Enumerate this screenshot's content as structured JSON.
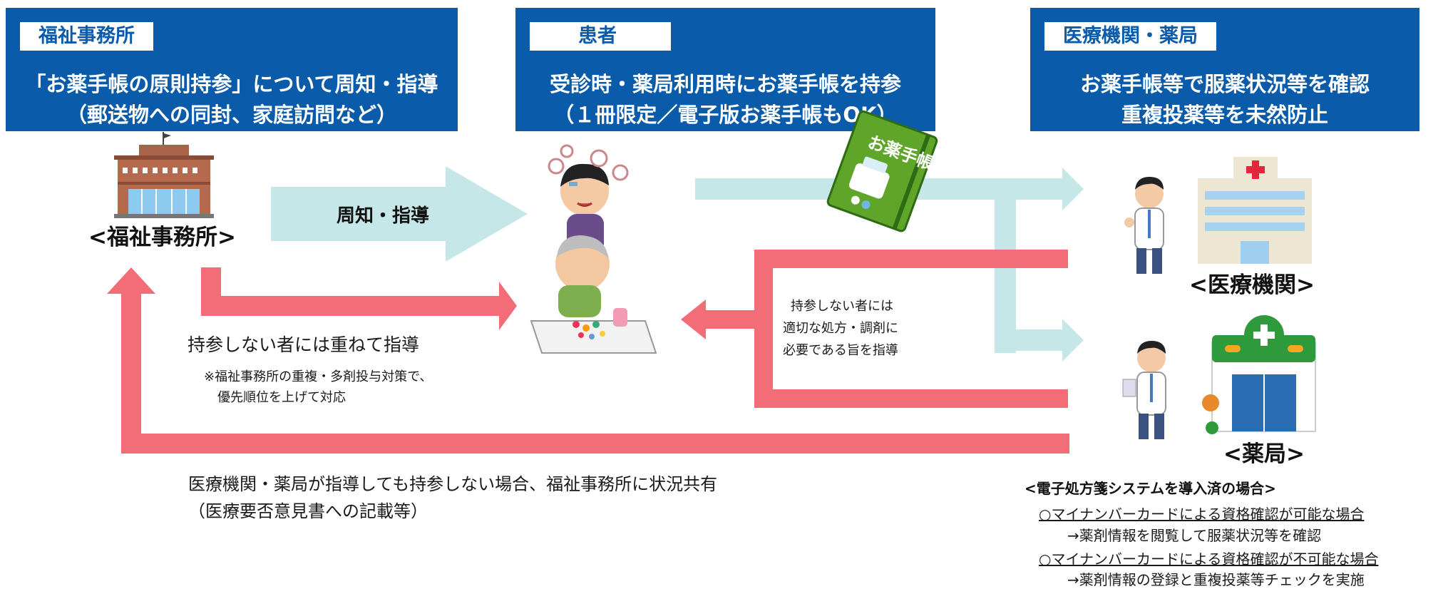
{
  "colors": {
    "header_blue": "#0b5bab",
    "arrow_teal": "#c6e7e8",
    "arrow_red": "#f26d77"
  },
  "headers": [
    {
      "tag": "福祉事務所",
      "line1": "「お薬手帳の原則持参」について周知・指導",
      "line2": "（郵送物への同封、家庭訪問など）"
    },
    {
      "tag": "患者",
      "line1": "受診時・薬局利用時にお薬手帳を持参",
      "line2": "（１冊限定／電子版お薬手帳もOK）"
    },
    {
      "tag": "医療機関・薬局",
      "line1": "お薬手帳等で服薬状況等を確認",
      "line2": "重複投薬等を未然防止"
    }
  ],
  "labels": {
    "welfare_office": "<福祉事務所>",
    "medical_institution": "<医療機関>",
    "pharmacy": "<薬局>",
    "notebook": "お薬手帳"
  },
  "arrows": {
    "inform_guide": "周知・指導",
    "repeat_guidance": "持参しない者には重ねて指導",
    "priority_note_1": "※福祉事務所の重複・多剤投与対策で、",
    "priority_note_2": "優先順位を上げて対応",
    "pharmacy_guidance_1": "持参しない者には",
    "pharmacy_guidance_2": "適切な処方・調剤に",
    "pharmacy_guidance_3": "必要である旨を指導",
    "share_1": "医療機関・薬局が指導しても持参しない場合、福祉事務所に状況共有",
    "share_2": "（医療要否意見書への記載等）"
  },
  "e_prescription": {
    "title": "<電子処方箋システムを導入済の場合>",
    "case1": "○マイナンバーカードによる資格確認が可能な場合",
    "case1_action": "→薬剤情報を閲覧して服薬状況等を確認",
    "case2": "○マイナンバーカードによる資格確認が不可能な場合",
    "case2_action": "→薬剤情報の登録と重複投薬等チェックを実施"
  }
}
